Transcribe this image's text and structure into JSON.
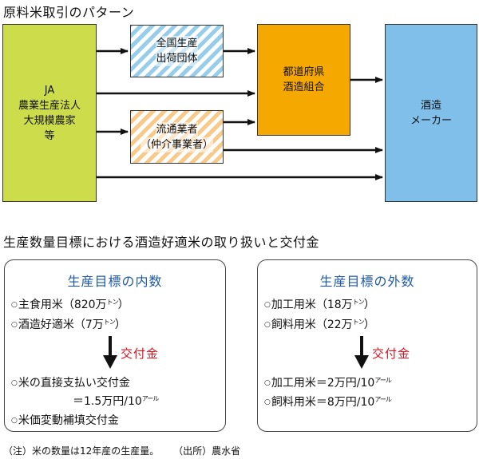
{
  "section1": {
    "title": "原料米取引のパターン",
    "nodes": {
      "ja": [
        "JA",
        "農業生産法人",
        "大規模農家",
        "等"
      ],
      "zenkoku": [
        "全国生産",
        "出荷団体"
      ],
      "ryutsu": [
        "流通業者",
        "（仲介事業者）"
      ],
      "kenshuzo": [
        "都道府県",
        "酒造組合"
      ],
      "maker": [
        "酒造",
        "メーカー"
      ]
    },
    "colors": {
      "ja": "#cddc4b",
      "zenkoku_stripe": "#96cdea",
      "ryutsu_stripe": "#f9c98a",
      "kenshuzo": "#f5a800",
      "maker": "#80bfea"
    },
    "edges": [
      [
        "ja",
        "zenkoku"
      ],
      [
        "zenkoku",
        "kenshuzo"
      ],
      [
        "ja",
        "kenshuzo"
      ],
      [
        "ja",
        "ryutsu"
      ],
      [
        "ryutsu",
        "kenshuzo"
      ],
      [
        "ryutsu",
        "maker"
      ],
      [
        "ja",
        "maker"
      ],
      [
        "kenshuzo",
        "maker"
      ]
    ]
  },
  "section2": {
    "title": "生産数量目標における酒造好適米の取り扱いと交付金",
    "inner": {
      "heading": "生産目標の内数",
      "items": [
        {
          "text": "主食用米（820万",
          "unit": "トン",
          "close": "）"
        },
        {
          "text": "酒造好適米（7万",
          "unit": "トン",
          "close": "）"
        }
      ],
      "subsidy_label": "交付金",
      "results": [
        {
          "text": "米の直接支払い交付金"
        },
        {
          "text": "＝1.5万円/10",
          "unit": "アール"
        },
        {
          "text": "米価変動補填交付金"
        }
      ]
    },
    "outer": {
      "heading": "生産目標の外数",
      "items": [
        {
          "text": "加工用米（18万",
          "unit": "トン",
          "close": "）"
        },
        {
          "text": "飼料用米（22万",
          "unit": "トン",
          "close": "）"
        }
      ],
      "subsidy_label": "交付金",
      "results": [
        {
          "text": "加工用米＝2万円/10",
          "unit": "アール"
        },
        {
          "text": "飼料用米＝8万円/10",
          "unit": "アール"
        }
      ]
    },
    "colors": {
      "heading": "#1f5aa8",
      "subsidy": "#e0101e"
    }
  },
  "footnote": {
    "note": "（注）米の数量は12年産の生産量。",
    "source": "（出所）農水省"
  }
}
